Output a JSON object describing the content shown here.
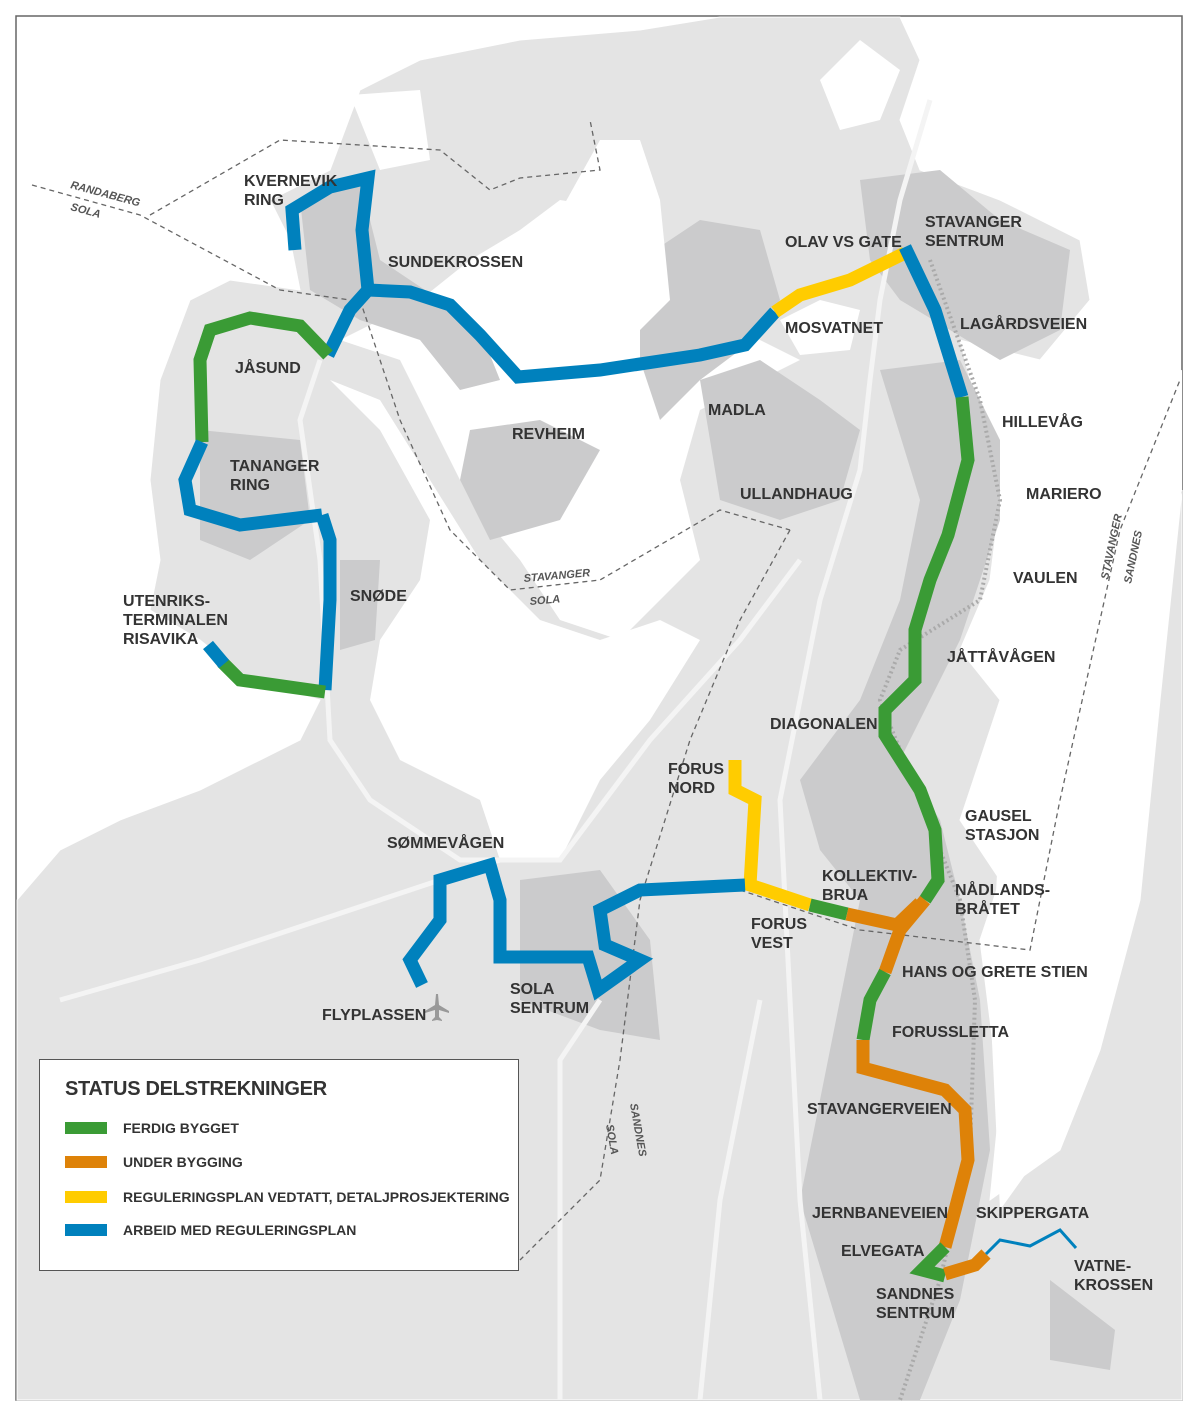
{
  "colors": {
    "ferdig": "#3a9b35",
    "under": "#de8208",
    "regplan_vedtatt": "#ffcc00",
    "arbeid": "#0081bd",
    "land": "#e4e4e4",
    "urban": "#cbcbcc",
    "water": "#ffffff"
  },
  "legend": {
    "title": "STATUS DELSTREKNINGER",
    "items": [
      {
        "label": "FERDIG BYGGET",
        "status": "ferdig"
      },
      {
        "label": "UNDER BYGGING",
        "status": "under"
      },
      {
        "label": "REGULERINGSPLAN VEDTATT, DETALJPROSJEKTERING",
        "status": "regplan_vedtatt"
      },
      {
        "label": "ARBEID MED REGULERINGSPLAN",
        "status": "arbeid"
      }
    ]
  },
  "places": {
    "kvernevik": [
      "KVERNEVIK",
      "RING"
    ],
    "sundekrossen": "SUNDEKROSSEN",
    "olav": "OLAV VS GATE",
    "stavanger_sentrum": [
      "STAVANGER",
      "SENTRUM"
    ],
    "mosvatnet": "MOSVATNET",
    "lagards": "LAGÅRDSVEIEN",
    "jasund": "JÅSUND",
    "revheim": "REVHEIM",
    "madla": "MADLA",
    "hillevag": "HILLEVÅG",
    "tananger": [
      "TANANGER",
      "RING"
    ],
    "ullandhaug": "ULLANDHAUG",
    "mariero": "MARIERO",
    "vaulen": "VAULEN",
    "snode": "SNØDE",
    "utenriks": [
      "UTENRIKS-",
      "TERMINALEN",
      "RISAVIKA"
    ],
    "jattavagen": "JÅTTÅVÅGEN",
    "diagonalen": "DIAGONALEN",
    "forus_nord": [
      "FORUS",
      "NORD"
    ],
    "gausel": [
      "GAUSEL",
      "STASJON"
    ],
    "sommevagen": "SØMMEVÅGEN",
    "kollektivbrua": [
      "KOLLEKTIV-",
      "BRUA"
    ],
    "nadlands": [
      "NÅDLANDS-",
      "BRÅTET"
    ],
    "forus_vest": [
      "FORUS",
      "VEST"
    ],
    "hans_grete": "HANS OG GRETE STIEN",
    "sola_sentrum": [
      "SOLA",
      "SENTRUM"
    ],
    "flyplassen": "FLYPLASSEN",
    "forussletta": "FORUSSLETTA",
    "stavangerveien": "STAVANGERVEIEN",
    "jernbaneveien": "JERNBANEVEIEN",
    "skippergata": "SKIPPERGATA",
    "elvegata": "ELVEGATA",
    "vatnekrossen": [
      "VATNE-",
      "KROSSEN"
    ],
    "sandnes_sentrum": [
      "SANDNES",
      "SENTRUM"
    ]
  },
  "borders": {
    "randaberg_sola": [
      "RANDABERG",
      "SOLA"
    ],
    "stavanger_sola": [
      "STAVANGER",
      "SOLA"
    ],
    "stavanger_sandnes": [
      "STAVANGER",
      "SANDNES"
    ],
    "sola_sandnes": [
      "SANDNES",
      "SOLA"
    ]
  },
  "icons": {
    "airport": "airplane-icon"
  }
}
